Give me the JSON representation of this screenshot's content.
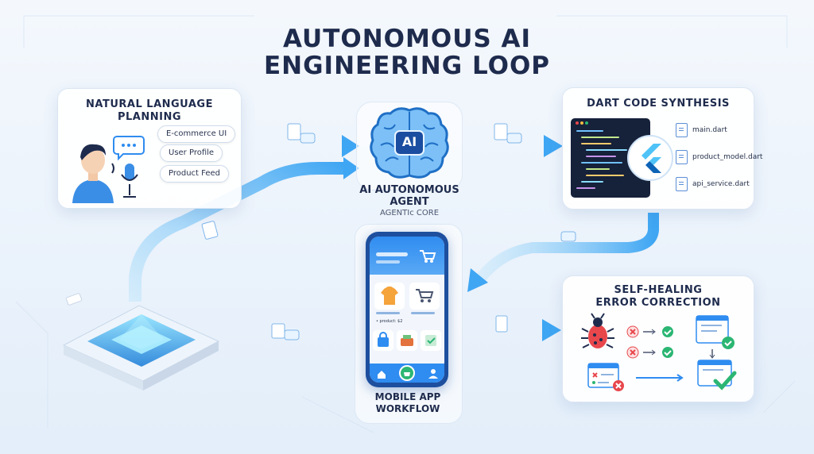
{
  "title": {
    "line1": "AUTONOMOUS AI",
    "line2": "ENGINEERING LOOP"
  },
  "nl_card": {
    "title_line1": "NATURAL LANGUAGE",
    "title_line2": "PLANNING",
    "prompts": [
      "E-commerce UI",
      "User Profile",
      "Product Feed"
    ]
  },
  "agent": {
    "badge": "AI",
    "label_line1": "AI AUTONOMOUS",
    "label_line2": "AGENT",
    "sublabel": "AGENTIc CORE"
  },
  "dart_card": {
    "title": "DART CODE SYNTHESIS",
    "files": [
      "main.dart",
      "product_model.dart",
      "api_service.dart"
    ]
  },
  "mobile": {
    "label_line1": "MOBILE APP",
    "label_line2": "WORKFLOW",
    "product_tag": "• product: $2"
  },
  "healing_card": {
    "title_line1": "SELF-HEALING",
    "title_line2": "ERROR CORRECTION"
  },
  "colors": {
    "accent": "#2f8cf0",
    "flow": "#59b8f5",
    "success": "#2bb673",
    "error": "#e8474c"
  }
}
